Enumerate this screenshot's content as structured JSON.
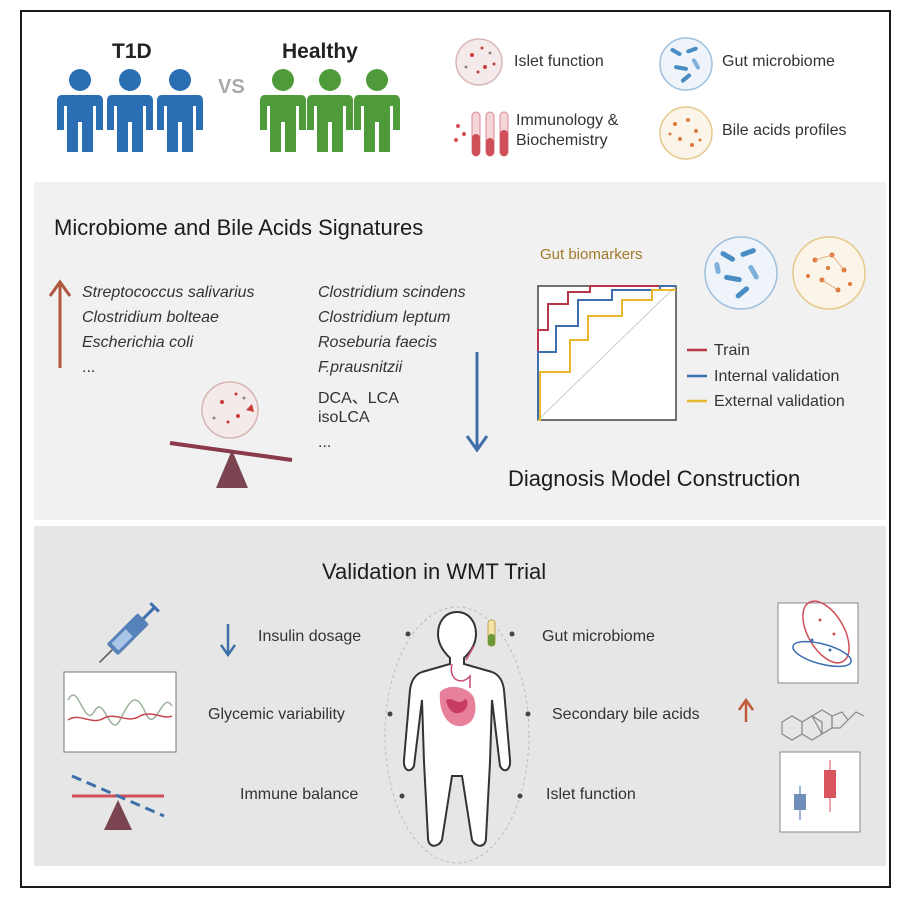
{
  "top": {
    "group1": "T1D",
    "vs": "VS",
    "group2": "Healthy",
    "legend": {
      "islet": "Islet function",
      "gut": "Gut microbiome",
      "immuno_line1": "Immunology &",
      "immuno_line2": "Biochemistry",
      "bile": "Bile acids profiles"
    },
    "colors": {
      "t1d": "#2a6fb3",
      "healthy": "#4f9a3b",
      "vs": "#a9a9a9"
    }
  },
  "signatures": {
    "title": "Microbiome and Bile Acids Signatures",
    "increased": [
      "Streptococcus salivarius",
      "Clostridium bolteae",
      "Escherichia coli",
      "..."
    ],
    "decreased": [
      "Clostridium scindens",
      "Clostridium leptum",
      "Roseburia faecis",
      "F.prausnitzii",
      "DCA、LCA",
      "isoLCA",
      "..."
    ],
    "roc_title": "Gut biomarkers",
    "roc_legend": [
      {
        "label": "Train",
        "color": "#b8354a"
      },
      {
        "label": "Internal  validation",
        "color": "#3d6fb0"
      },
      {
        "label": "External validation",
        "color": "#e8b92e"
      }
    ],
    "model_title": "Diagnosis Model Construction",
    "colors": {
      "up_arrow": "#b0583e",
      "down_arrow": "#3e6fa8"
    }
  },
  "validation": {
    "title": "Validation in WMT Trial",
    "left_items": [
      "Insulin dosage",
      "Glycemic variability",
      "Immune balance"
    ],
    "right_items": [
      "Gut microbiome",
      "Secondary bile acids",
      "Islet function"
    ]
  }
}
